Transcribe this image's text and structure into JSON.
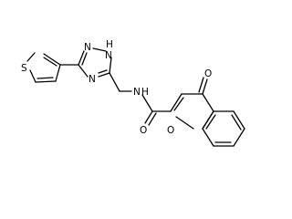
{
  "molecule": {
    "atoms": [
      {
        "id": "S1",
        "symbol": "S"
      },
      {
        "id": "N1",
        "symbol": "N"
      },
      {
        "id": "N2",
        "symbol": "N"
      },
      {
        "id": "N2H",
        "symbol": "H"
      },
      {
        "id": "N3",
        "symbol": "N"
      },
      {
        "id": "N4",
        "symbol": "N"
      },
      {
        "id": "N4H",
        "symbol": "H"
      },
      {
        "id": "O1",
        "symbol": "O"
      },
      {
        "id": "O2",
        "symbol": "O"
      },
      {
        "id": "O3",
        "symbol": "O"
      }
    ]
  }
}
